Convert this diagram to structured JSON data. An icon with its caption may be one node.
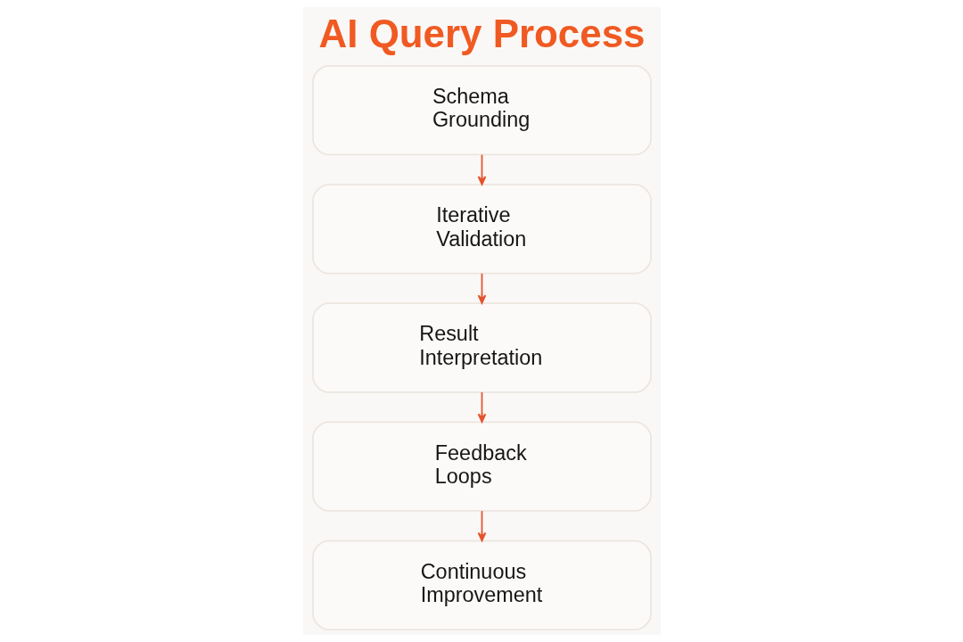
{
  "diagram": {
    "title": "AI Query Process",
    "nodes": [
      {
        "text": [
          "Schema Grounding"
        ]
      },
      {
        "text": [
          "Iterative Validation"
        ]
      },
      {
        "text": [
          "Result Interpretation"
        ]
      },
      {
        "text": [
          "Feedback Loops"
        ]
      },
      {
        "text": [
          "Continuous Improvement"
        ]
      }
    ],
    "edges": [
      {
        "from": 0,
        "to": 1,
        "arrow": "to"
      },
      {
        "from": 1,
        "to": 2,
        "arrow": "to"
      },
      {
        "from": 2,
        "to": 3,
        "arrow": "to"
      },
      {
        "from": 3,
        "to": 4,
        "arrow": "to"
      }
    ]
  }
}
